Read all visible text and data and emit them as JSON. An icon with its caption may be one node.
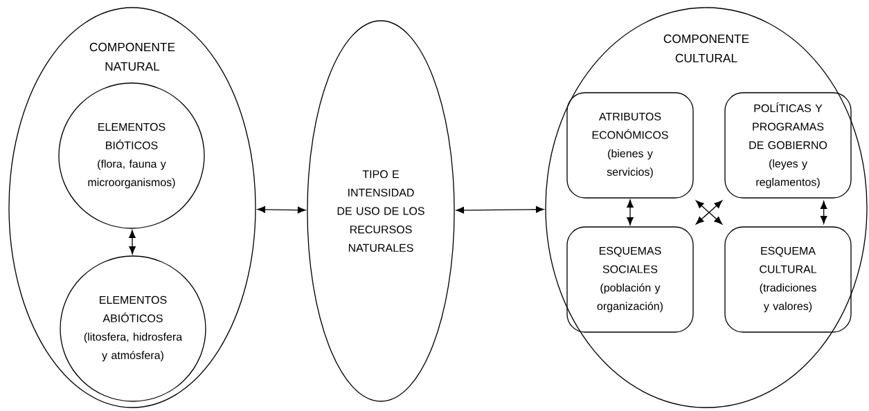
{
  "diagram": {
    "nodes": [
      {
        "text": [
          "COMPONENTE NATURAL"
        ]
      },
      {
        "text": [
          "ELEMENTOS BIÓTICOS",
          "(flora, fauna y microorganismos)"
        ],
        "in": 0
      },
      {
        "text": [
          "ELEMENTOS ABIÓTICOS",
          "(litosfera, hidrosfera y atmósfera)"
        ],
        "in": 0
      },
      {
        "text": [
          "TIPO E INTENSIDAD DE USO DE LOS RECURSOS NATURALES"
        ]
      },
      {
        "text": [
          "COMPONENTE CULTURAL"
        ]
      },
      {
        "text": [
          "ATRIBUTOS ECONÓMICOS",
          "(bienes y servicios)"
        ],
        "in": 4
      },
      {
        "text": [
          "POLÍTICAS Y PROGRAMAS DE GOBIERNO",
          "(leyes y reglamentos)"
        ],
        "in": 4
      },
      {
        "text": [
          "ESQUEMAS SOCIALES",
          "(población y organización)"
        ],
        "in": 4
      },
      {
        "text": [
          "ESQUEMA CULTURAL",
          "(tradiciones y valores)"
        ],
        "in": 4
      }
    ],
    "edges": [
      {
        "from": 1,
        "to": 2,
        "arrow": "both"
      },
      {
        "from": 0,
        "to": 3,
        "arrow": "both"
      },
      {
        "from": 3,
        "to": 4,
        "arrow": "both"
      },
      {
        "from": 5,
        "to": 7,
        "arrow": "both"
      },
      {
        "from": 5,
        "to": 8,
        "arrow": "both"
      },
      {
        "from": 7,
        "to": 6,
        "arrow": "both"
      },
      {
        "from": 6,
        "to": 8,
        "arrow": "both"
      }
    ]
  }
}
